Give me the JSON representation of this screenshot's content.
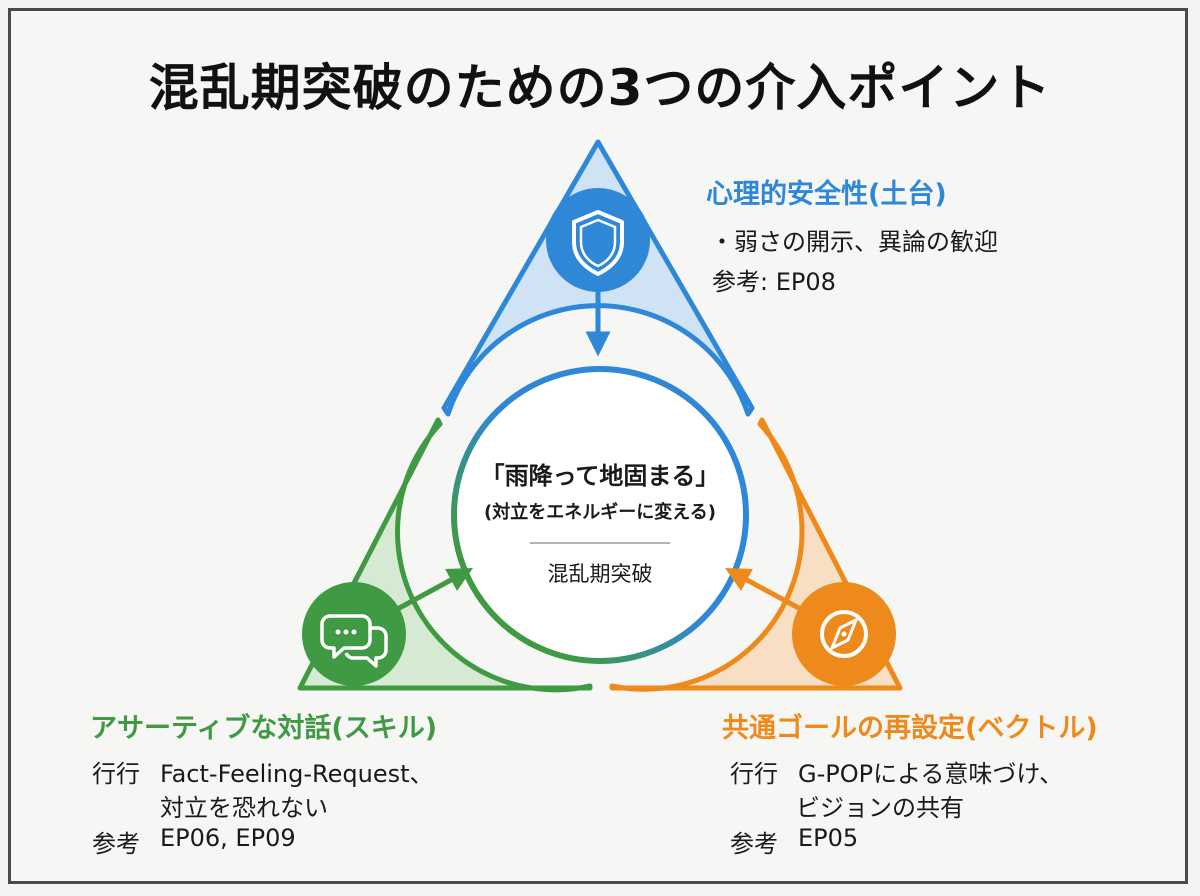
{
  "title": "混乱期突破のための3つの介入ポイント",
  "colors": {
    "blue": "#2f87d8",
    "blue_fill": "#cfe3f4",
    "green": "#3f9a43",
    "green_fill": "#d6e9d3",
    "orange": "#ee8a1c",
    "orange_fill": "#f8dfc4"
  },
  "top": {
    "icon": "shield-icon",
    "heading": "心理的安全性(土台)",
    "line1": "・弱さの開示、異論の歓迎",
    "ref": "参考: EP08"
  },
  "left": {
    "icon": "chat-bubbles-icon",
    "heading": "アサーティブな対話(スキル)",
    "line1_prefix": "行行",
    "line1": "Fact-Feeling-Request、",
    "line2": "対立を恐れない",
    "ref_prefix": "参考",
    "ref": "EP06, EP09"
  },
  "right": {
    "icon": "compass-icon",
    "heading": "共通ゴールの再設定(ベクトル)",
    "line1_prefix": "行行",
    "line1": "G-POPによる意味づけ、",
    "line2": "ビジョンの共有",
    "ref_prefix": "参考",
    "ref": "EP05"
  },
  "center": {
    "main": "「雨降って地固まる」",
    "sub": "(対立をエネルギーに変える)",
    "label": "混乱期突破"
  }
}
